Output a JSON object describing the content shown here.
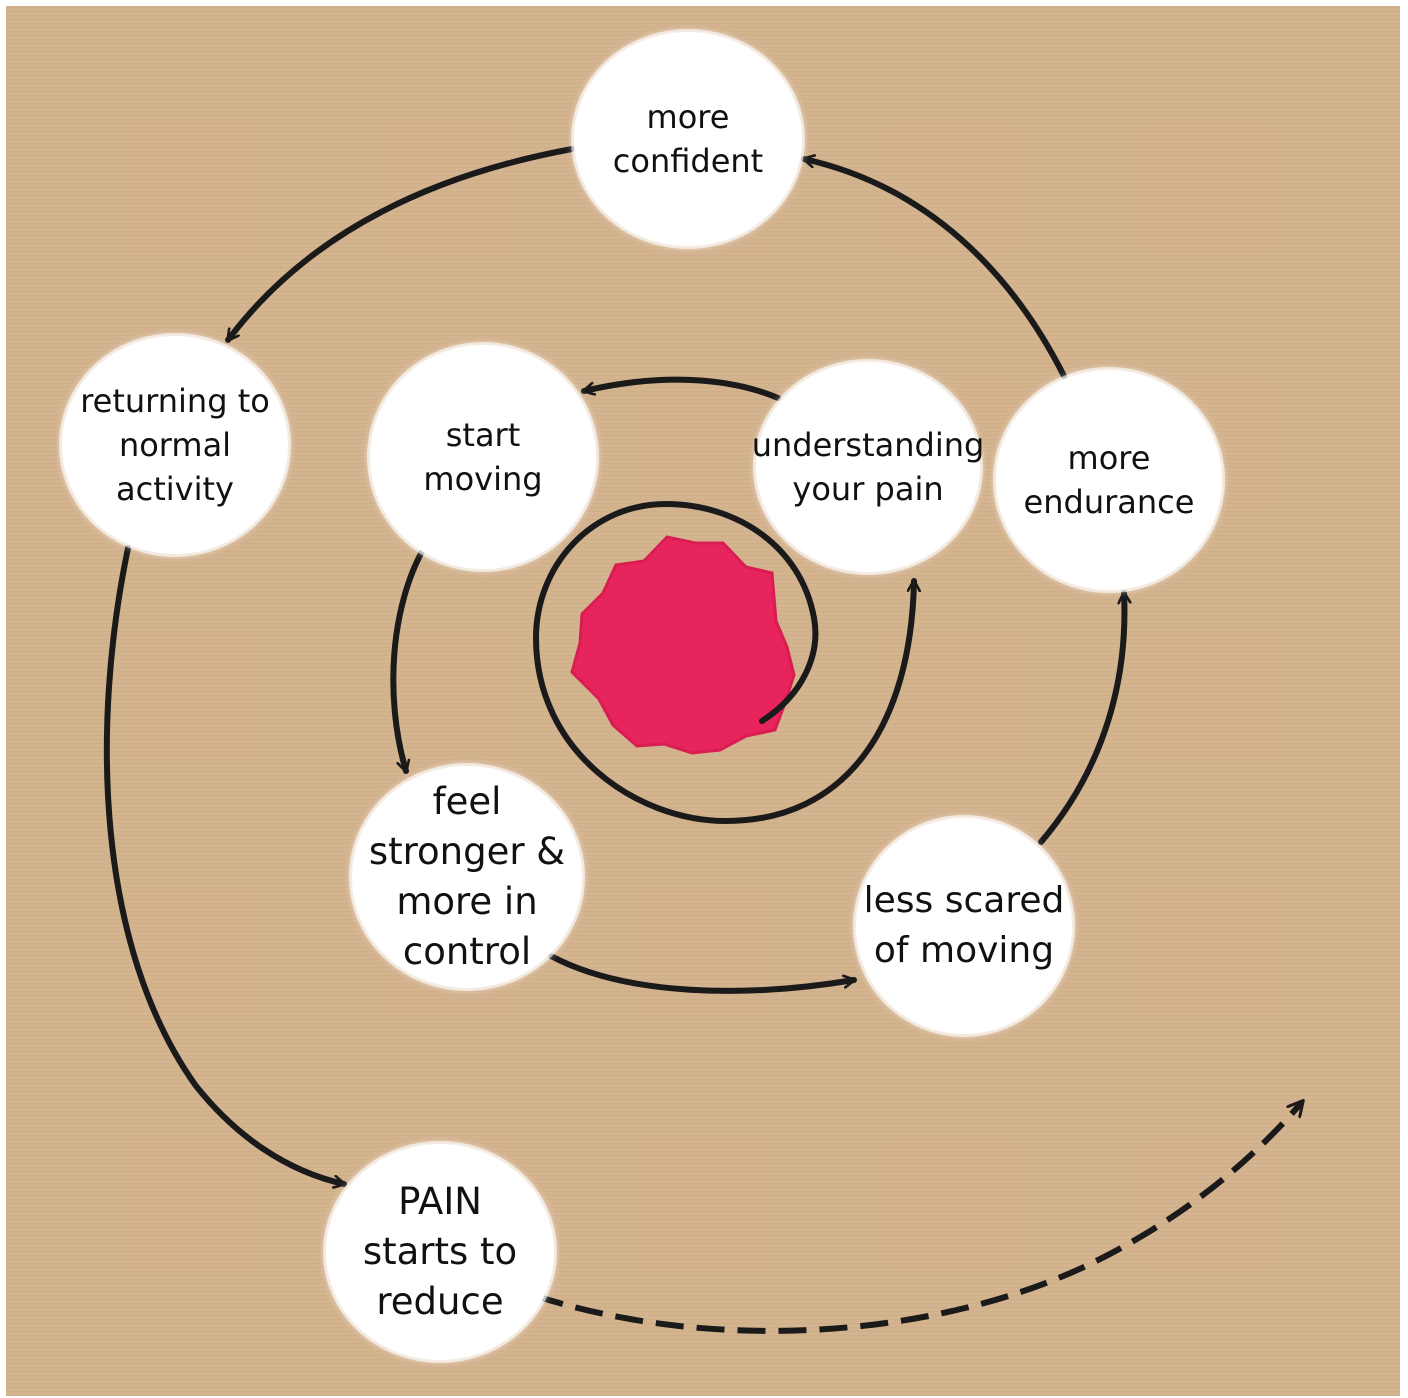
{
  "diagram": {
    "nodes": {
      "more_confident": "more\nconfident",
      "returning": "returning to\nnormal\nactivity",
      "start_moving": "start\nmoving",
      "understanding": "understanding\nyour pain",
      "more_endurance": "more\nendurance",
      "feel_stronger": "feel\nstronger &\nmore in\ncontrol",
      "less_scared": "less scared\nof moving",
      "pain_reduce": "PAIN\nstarts to\nreduce"
    },
    "center_star_color": "#e8245d",
    "arrow_color": "#1a1a1a",
    "background_color": "#d4b38f"
  }
}
